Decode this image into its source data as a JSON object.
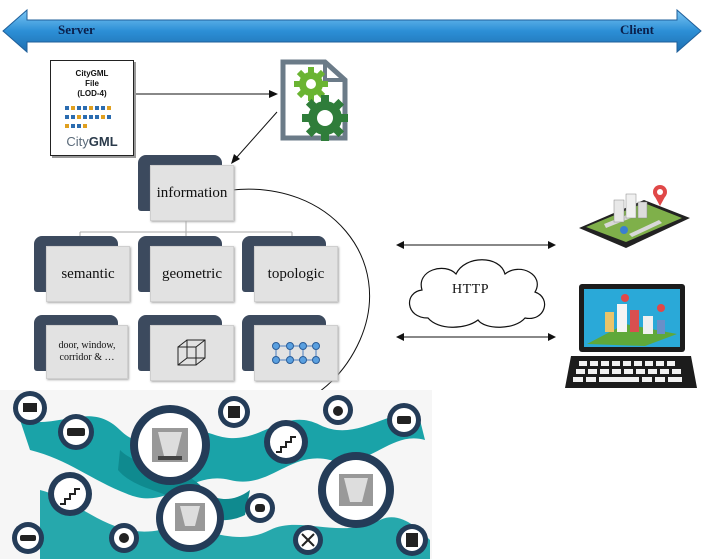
{
  "banner": {
    "left_label": "Server",
    "right_label": "Client"
  },
  "document": {
    "title": "CityGML\nFile\n(LOD-4)",
    "logo_prefix": "City",
    "logo_suffix": "GML"
  },
  "processor": {
    "icon": "gears-processing-icon"
  },
  "hierarchy": {
    "root": "information",
    "children": [
      "semantic",
      "geometric",
      "topologic"
    ],
    "leaves": [
      "door, window, corridor & …"
    ],
    "leaf_icons": [
      "wireframe-cube-icon",
      "network-nodes-icon"
    ]
  },
  "connection": {
    "protocol": "HTTP"
  },
  "clients": {
    "devices": [
      "smartphone-map-icon",
      "laptop-3d-city-icon"
    ]
  },
  "indoor_network": {
    "icons": [
      "tv-icon",
      "sofa-icon",
      "oven-icon",
      "sink-icon",
      "stairs-icon",
      "room-icon",
      "car-icon",
      "dining-icon",
      "toilet-icon",
      "tools-icon",
      "building-icon"
    ]
  },
  "colors": {
    "banner": "#2c8fd6",
    "card_back": "#3c4a5e",
    "card_front": "#e2e2e2",
    "network_teal": "#1aa3a8",
    "network_navy": "#243c58",
    "gear_green": "#6ab432",
    "gear_dark": "#2f7d3a"
  }
}
